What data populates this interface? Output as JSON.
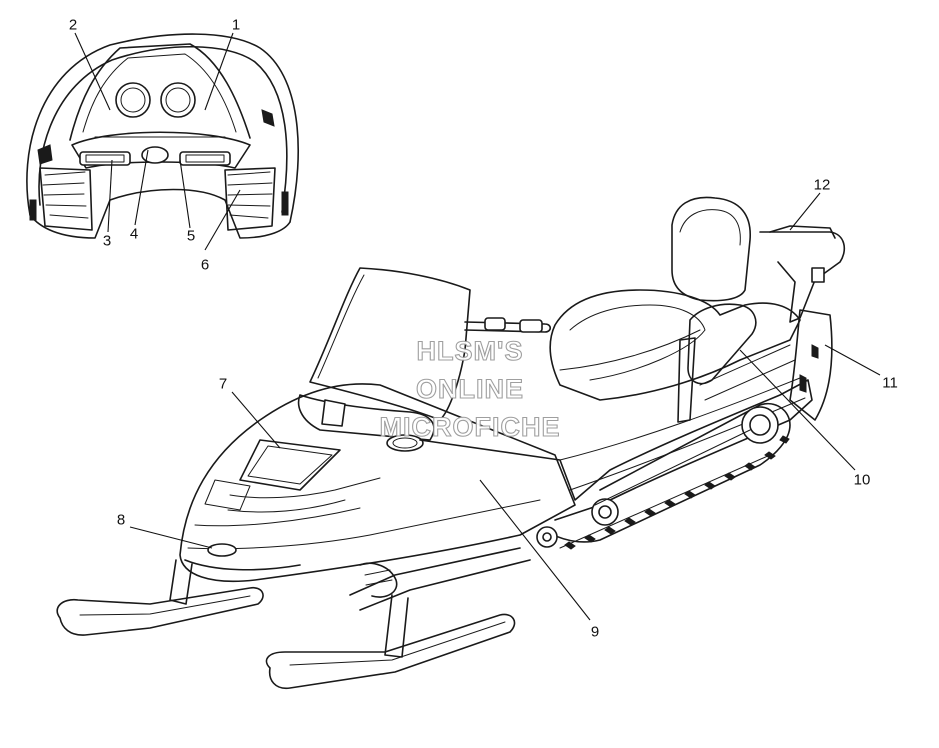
{
  "watermark": {
    "line1": "HLSM'S",
    "line2": "ONLINE",
    "line3": "MICROFICHE"
  },
  "callouts": [
    {
      "id": "c1",
      "label": "1"
    },
    {
      "id": "c2",
      "label": "2"
    },
    {
      "id": "c3",
      "label": "3"
    },
    {
      "id": "c4",
      "label": "4"
    },
    {
      "id": "c5",
      "label": "5"
    },
    {
      "id": "c6",
      "label": "6"
    },
    {
      "id": "c7",
      "label": "7"
    },
    {
      "id": "c8",
      "label": "8"
    },
    {
      "id": "c9",
      "label": "9"
    },
    {
      "id": "c10",
      "label": "10"
    },
    {
      "id": "c11",
      "label": "11"
    },
    {
      "id": "c12",
      "label": "12"
    }
  ]
}
